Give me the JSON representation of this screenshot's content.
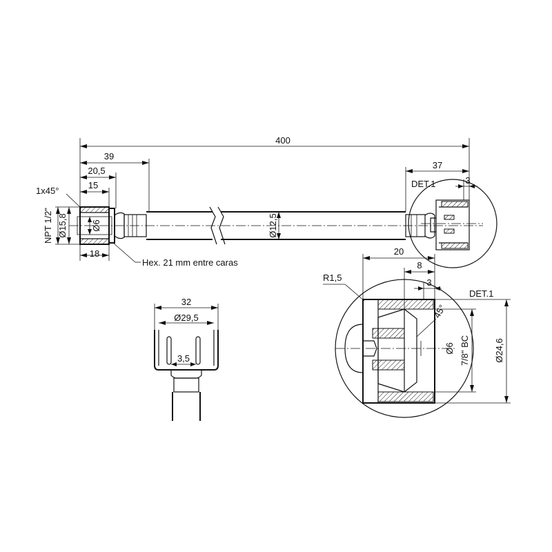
{
  "dims": {
    "overall_length": "400",
    "len_39": "39",
    "len_20_5": "20,5",
    "len_15": "15",
    "len_18": "18",
    "len_37": "37",
    "len_3_top": "3",
    "chamfer": "1x45°",
    "thread": "NPT 1/2\"",
    "dia_15_8": "Ø15,8",
    "dia_6_left": "Ø6",
    "dia_12_5": "Ø12,5",
    "hex_note": "Hex. 21 mm entre caras",
    "det_label_top": "DET.1",
    "len_32": "32",
    "dia_29_5": "Ø29,5",
    "len_3_5": "3,5",
    "det_20": "20",
    "det_8": "8",
    "det_3": "3",
    "det_r1_5": "R1,5",
    "det_label": "DET.1",
    "det_45": "45°",
    "det_dia_6": "Ø6",
    "det_bc": "7/8\" BC",
    "det_dia_24_6": "Ø24,6"
  }
}
